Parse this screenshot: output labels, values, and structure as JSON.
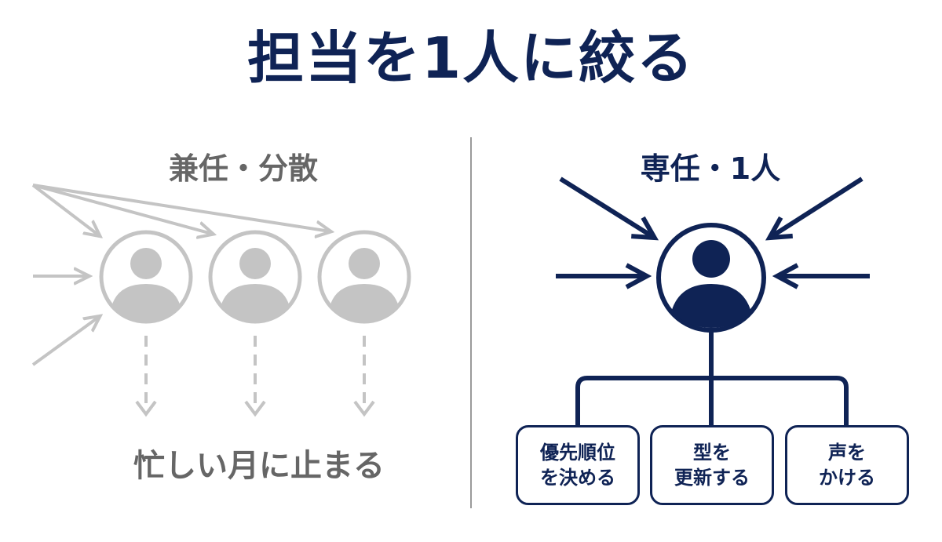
{
  "title": "担当を1人に絞る",
  "left": {
    "heading": "兼任・分散",
    "result": "忙しい月に止まる"
  },
  "right": {
    "heading": "専任・1人",
    "tasks": [
      {
        "line1": "優先順位",
        "line2": "を決める"
      },
      {
        "line1": "型を",
        "line2": "更新する"
      },
      {
        "line1": "声を",
        "line2": "かける"
      }
    ]
  },
  "colors": {
    "navy": "#0f2355",
    "gray": "#c4c4c4",
    "gray_text": "#666666",
    "divider": "#9a9a9a"
  },
  "icons": [
    "person-icon",
    "arrow-icon"
  ]
}
